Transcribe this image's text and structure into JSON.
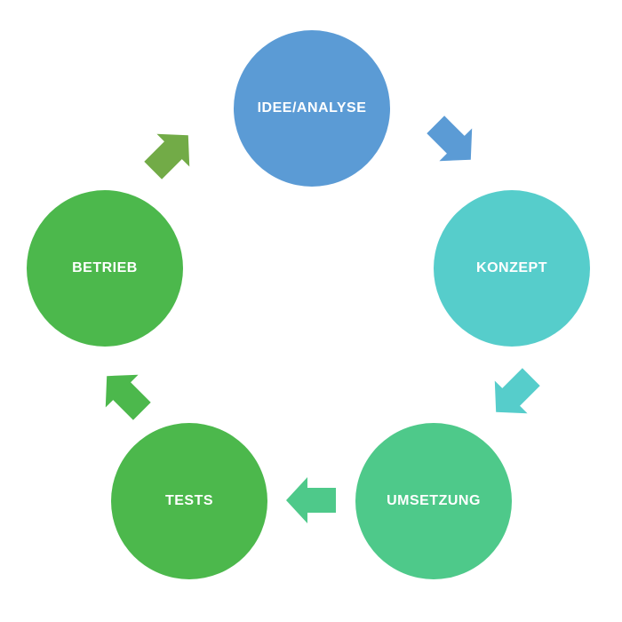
{
  "diagram": {
    "nodes": [
      {
        "id": "idee",
        "label": "IDEE/ANALYSE",
        "color": "#5b9bd5"
      },
      {
        "id": "konzept",
        "label": "KONZEPT",
        "color": "#56cdcb"
      },
      {
        "id": "umsetzung",
        "label": "UMSETZUNG",
        "color": "#4ec98a"
      },
      {
        "id": "tests",
        "label": "TESTS",
        "color": "#4cb84c"
      },
      {
        "id": "betrieb",
        "label": "BETRIEB",
        "color": "#4cb84c"
      }
    ],
    "arrows": [
      {
        "from": "idee",
        "to": "konzept",
        "color": "#5b9bd5"
      },
      {
        "from": "konzept",
        "to": "umsetzung",
        "color": "#56cdcb"
      },
      {
        "from": "umsetzung",
        "to": "tests",
        "color": "#4ec98a"
      },
      {
        "from": "tests",
        "to": "betrieb",
        "color": "#4cb84c"
      },
      {
        "from": "betrieb",
        "to": "idee",
        "color": "#72ab47"
      }
    ]
  }
}
